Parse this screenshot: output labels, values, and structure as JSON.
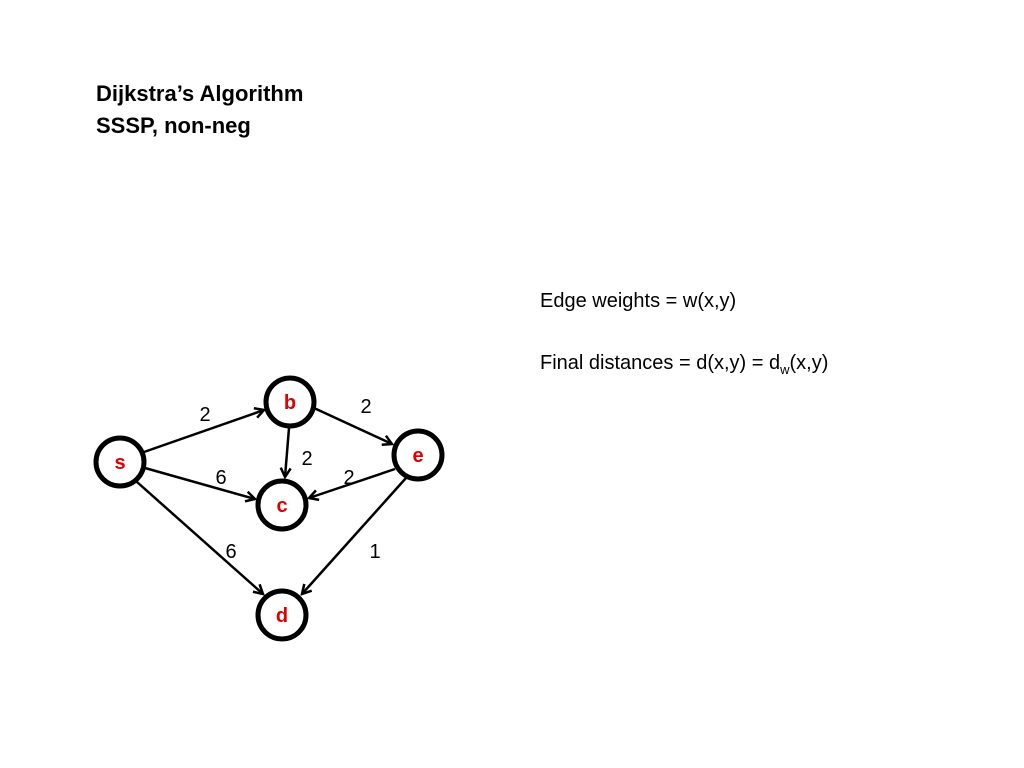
{
  "title": {
    "line1": "Dijkstra’s Algorithm",
    "line2": "SSSP, non-neg"
  },
  "notes": {
    "edge_weights": "Edge weights = w(x,y)",
    "final_distances_prefix": "Final distances = d(x,y) = d",
    "final_distances_sub": "w",
    "final_distances_suffix": "(x,y)"
  },
  "graph": {
    "nodes": {
      "s": "s",
      "b": "b",
      "c": "c",
      "d": "d",
      "e": "e"
    },
    "edges": {
      "s_b": "2",
      "b_e": "2",
      "b_c": "2",
      "s_c": "6",
      "e_c": "2",
      "s_d": "6",
      "e_d": "1"
    },
    "node_color": "#e00000"
  }
}
